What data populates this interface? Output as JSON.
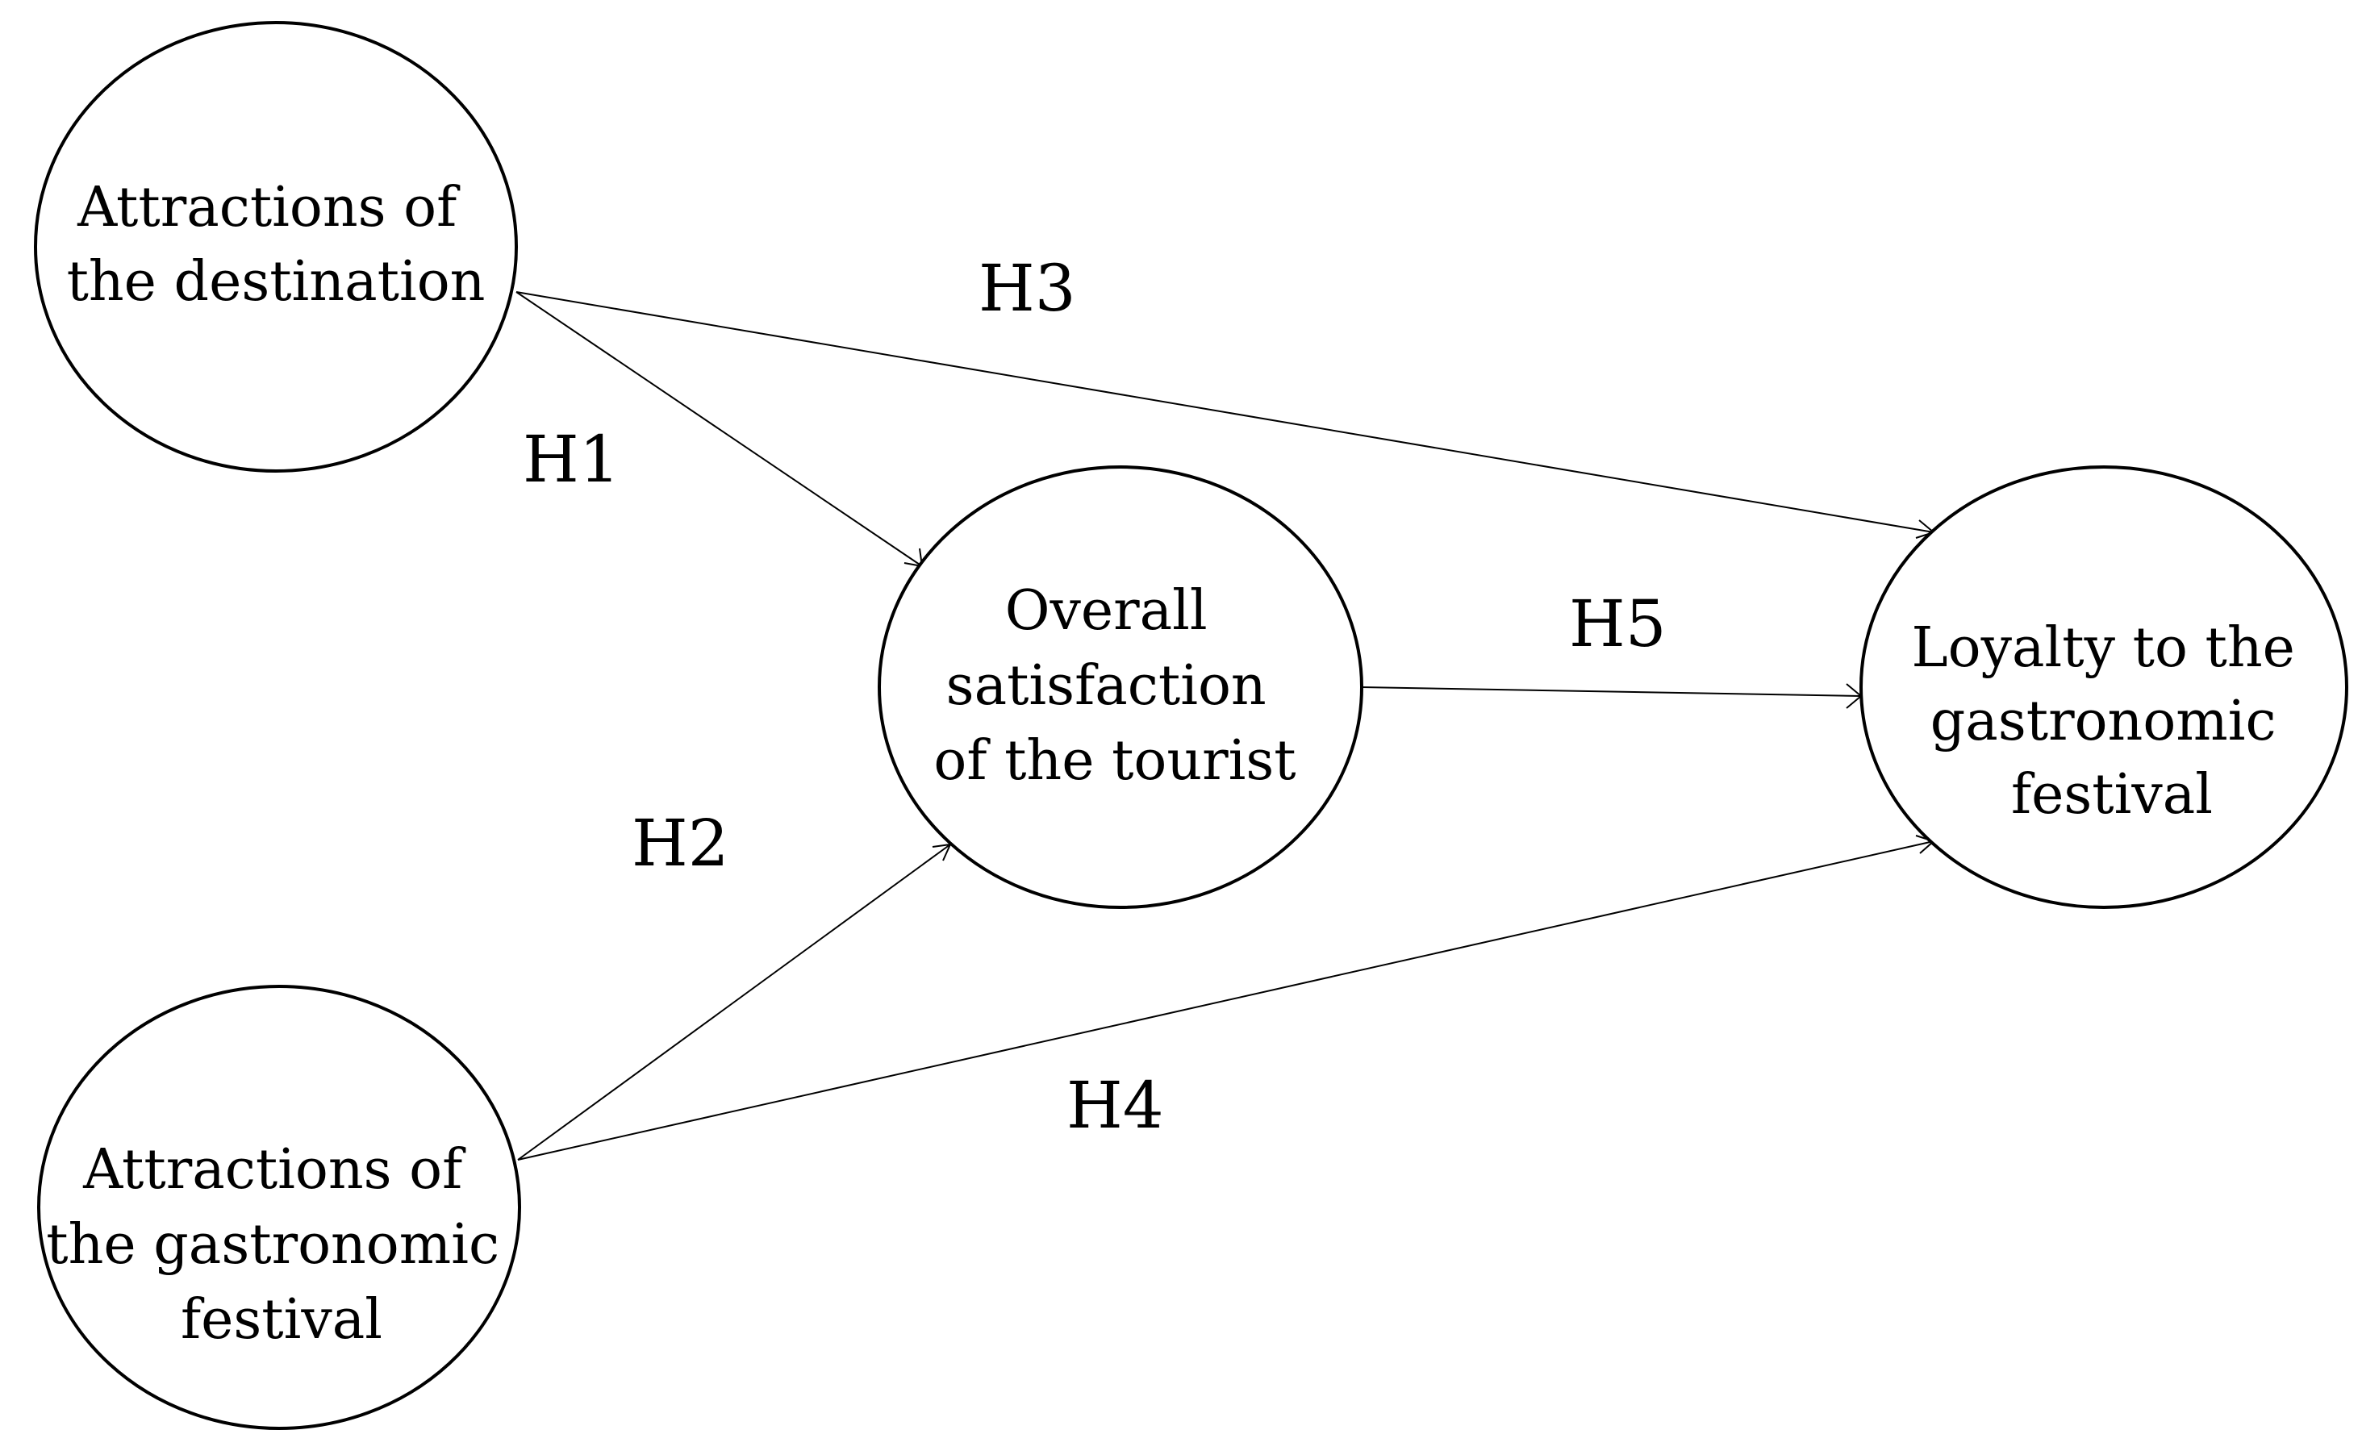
{
  "nodes": {
    "attractions_destination": {
      "lines": [
        "Attractions of",
        "the destination"
      ]
    },
    "attractions_festival": {
      "lines": [
        "Attractions of",
        "the gastronomic",
        "festival"
      ]
    },
    "overall_satisfaction": {
      "lines": [
        "Overall",
        "satisfaction",
        "of the tourist"
      ]
    },
    "loyalty": {
      "lines": [
        "Loyalty to the",
        "gastronomic",
        "festival"
      ]
    }
  },
  "edges": {
    "h1": {
      "label": "H1",
      "from": "Attractions of the destination",
      "to": "Overall satisfaction of the tourist"
    },
    "h2": {
      "label": "H2",
      "from": "Attractions of the gastronomic festival",
      "to": "Overall satisfaction of the tourist"
    },
    "h3": {
      "label": "H3",
      "from": "Attractions of the destination",
      "to": "Loyalty to the gastronomic festival"
    },
    "h4": {
      "label": "H4",
      "from": "Attractions of the gastronomic festival",
      "to": "Loyalty to the gastronomic festival"
    },
    "h5": {
      "label": "H5",
      "from": "Overall satisfaction of the tourist",
      "to": "Loyalty to the gastronomic festival"
    }
  },
  "colors": {
    "stroke": "#000000",
    "background": "#ffffff"
  }
}
